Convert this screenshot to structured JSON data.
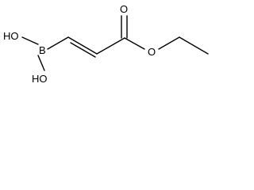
{
  "molecule": {
    "atoms": {
      "hydroxyl_top": "HO",
      "boron": "B",
      "hydroxyl_bottom": "HO",
      "carbonyl_oxygen": "O",
      "ester_oxygen": "O"
    }
  }
}
